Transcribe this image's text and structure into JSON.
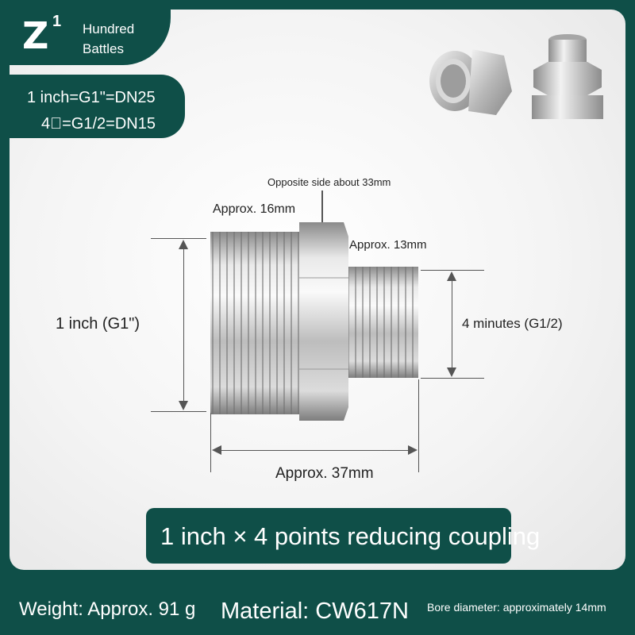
{
  "brand": {
    "logo_letter": "Z",
    "logo_superscript": "1",
    "name": "Hundred Battles"
  },
  "spec_box": {
    "line1": "1 inch=G1\"=DN25",
    "line2": "4\u0000=G1/2=DN15"
  },
  "dimensions": {
    "hex_label": "Opposite side about 33mm",
    "large_thread_label": "Approx. 16mm",
    "small_thread_label": "Approx. 13mm",
    "large_diameter_label": "1 inch (G1\")",
    "small_diameter_label": "4 minutes (G1/2)",
    "total_length_label": "Approx. 37mm"
  },
  "title": "1 inch × 4 points reducing coupling",
  "footer": {
    "weight": "Weight: Approx. 91 g",
    "material": "Material: CW617N",
    "bore": "Bore diameter: approximately 14mm"
  },
  "colors": {
    "brand_green": "#0f4f48",
    "panel": "#f4f4f4",
    "metal": "#c9c9c9"
  }
}
